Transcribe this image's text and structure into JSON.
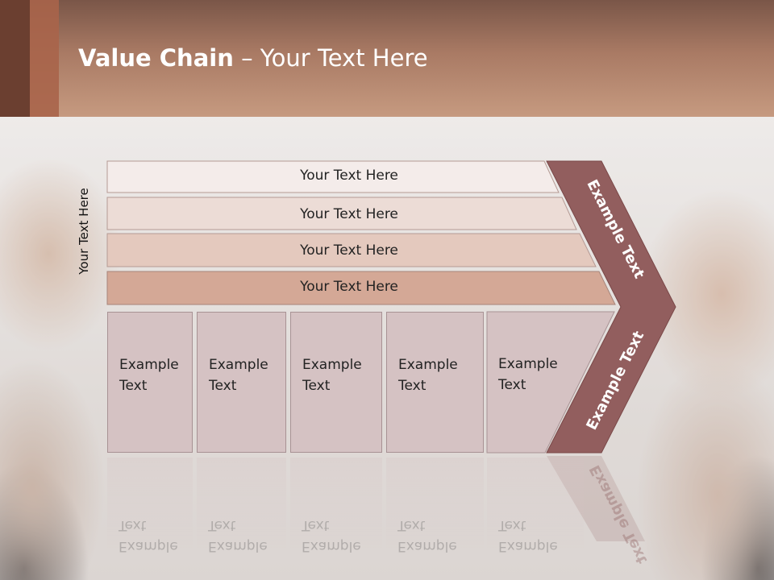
{
  "slide": {
    "title_bold": "Value Chain",
    "title_rest": " – Your Text Here"
  },
  "diagram": {
    "side_label": "Your Text Here",
    "bands": [
      {
        "label": "Your Text Here",
        "color": "#f4ecea"
      },
      {
        "label": "Your Text Here",
        "color": "#ecdcd6"
      },
      {
        "label": "Your Text Here",
        "color": "#e4c9be"
      },
      {
        "label": "Your Text Here",
        "color": "#d4a896"
      }
    ],
    "boxes": [
      {
        "line1": "Example",
        "line2": "Text"
      },
      {
        "line1": "Example",
        "line2": "Text"
      },
      {
        "line1": "Example",
        "line2": "Text"
      },
      {
        "line1": "Example",
        "line2": "Text"
      },
      {
        "line1": "Example",
        "line2": "Text"
      }
    ],
    "chevron": {
      "top_label": "Example Text",
      "bottom_label": "Example Text",
      "color": "#925e5e"
    }
  },
  "colors": {
    "header": "#a97a64",
    "box_fill": "#d5c2c3",
    "chevron": "#925e5e"
  }
}
